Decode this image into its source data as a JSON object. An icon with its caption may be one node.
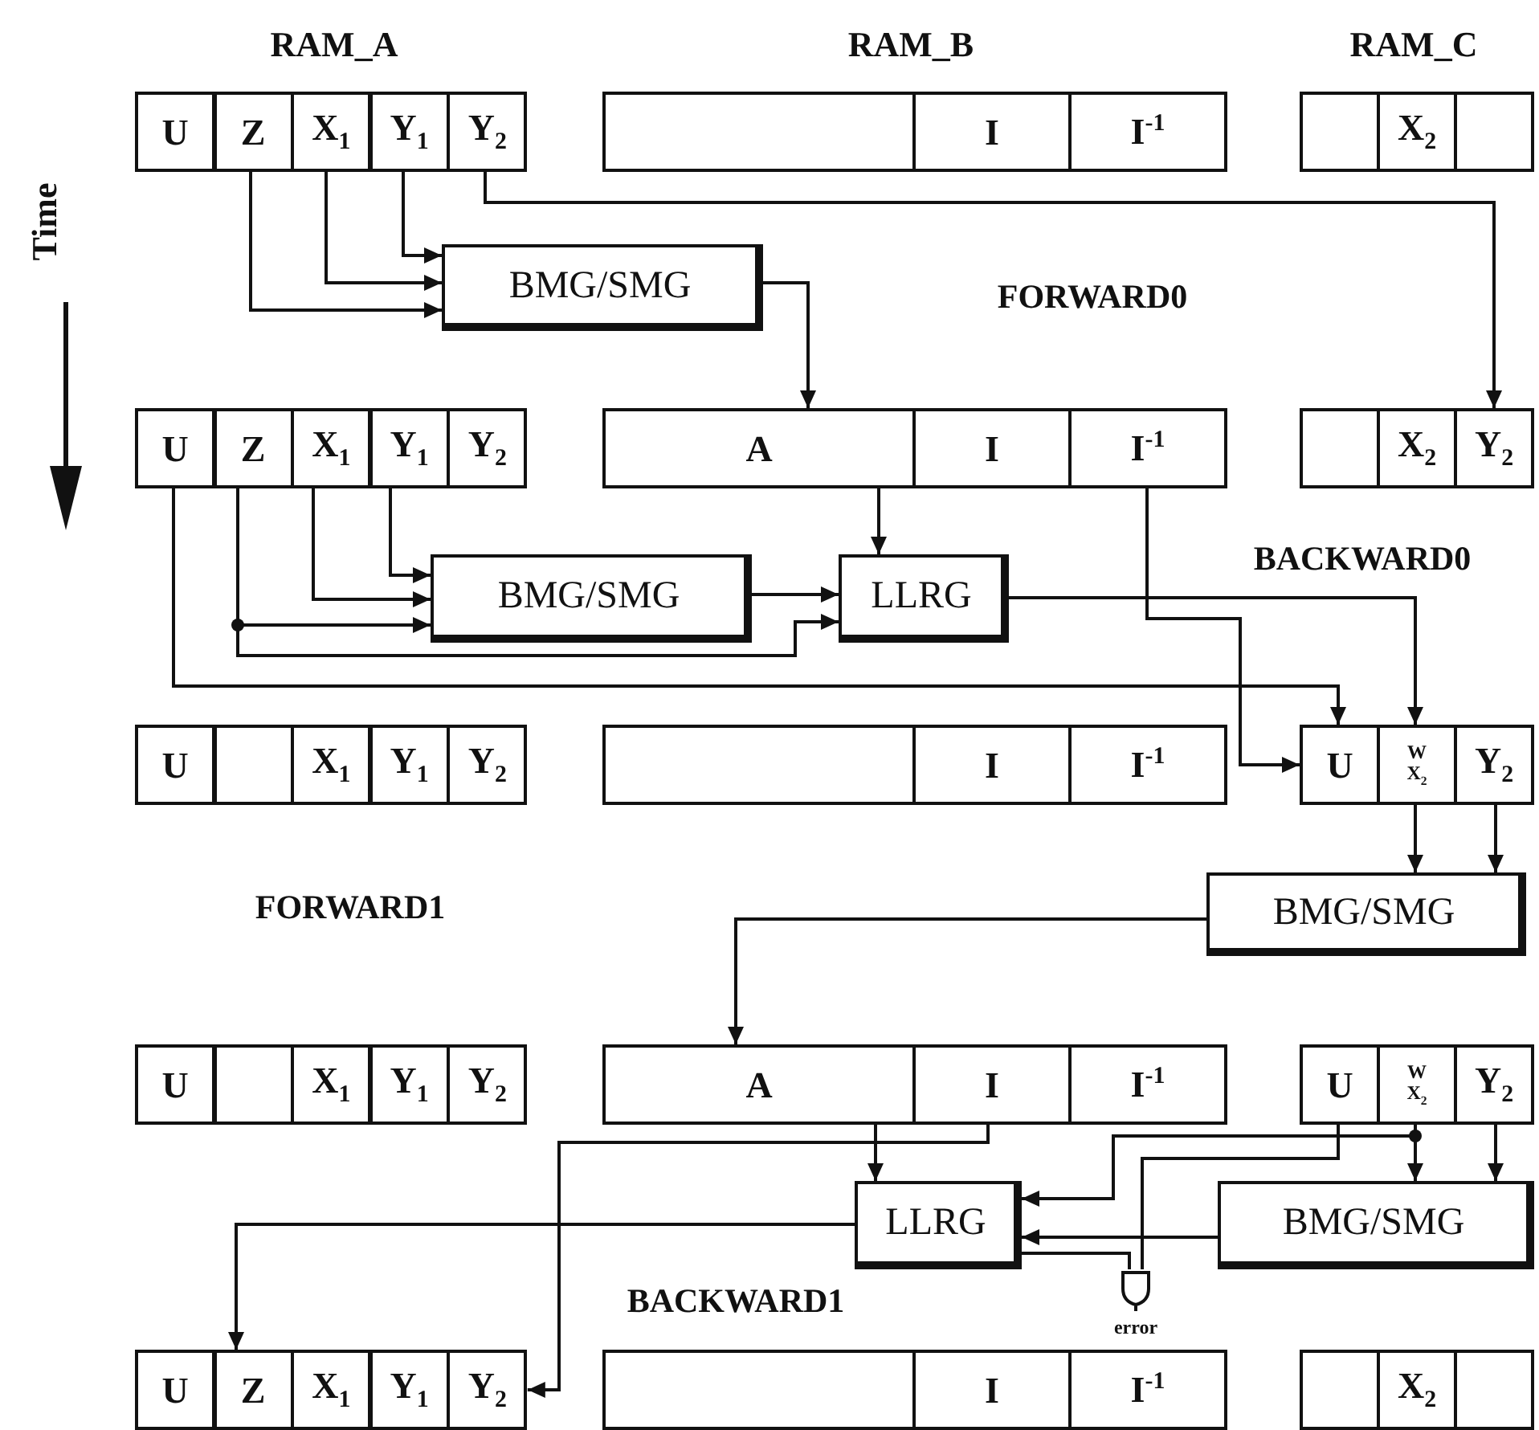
{
  "diagram": {
    "nodes": [
      {
        "text": [
          "U"
        ]
      },
      {
        "text": [
          "Z"
        ]
      },
      {
        "text": [
          "X$_{1}$"
        ]
      },
      {
        "text": [
          "Y$_{1}$"
        ]
      },
      {
        "text": [
          "Y$_{2}$"
        ]
      },
      {
        "text": [],
        "shape": "box"
      },
      {
        "text": [
          "I"
        ]
      },
      {
        "text": [
          "I$^{-1}$"
        ]
      },
      {
        "text": [],
        "shape": "box"
      },
      {
        "text": [
          "X$_{2}$"
        ]
      },
      {
        "text": [],
        "shape": "box"
      },
      {
        "text": [
          "BMG/SMG"
        ]
      },
      {
        "text": [
          "U"
        ]
      },
      {
        "text": [
          "Z"
        ]
      },
      {
        "text": [
          "X$_{1}$"
        ]
      },
      {
        "text": [
          "Y$_{1}$"
        ]
      },
      {
        "text": [
          "Y$_{2}$"
        ]
      },
      {
        "text": [
          "A"
        ]
      },
      {
        "text": [
          "I"
        ]
      },
      {
        "text": [
          "I$^{-1}$"
        ]
      },
      {
        "text": [],
        "shape": "box"
      },
      {
        "text": [
          "X$_{2}$"
        ]
      },
      {
        "text": [
          "Y$_{2}$"
        ]
      },
      {
        "text": [
          "BMG/SMG"
        ]
      },
      {
        "text": [
          "LLRG"
        ]
      },
      {
        "text": [
          "U"
        ]
      },
      {
        "text": [],
        "shape": "box"
      },
      {
        "text": [
          "X$_{1}$"
        ]
      },
      {
        "text": [
          "Y$_{1}$"
        ]
      },
      {
        "text": [
          "Y$_{2}$"
        ]
      },
      {
        "text": [],
        "shape": "box"
      },
      {
        "text": [
          "I"
        ]
      },
      {
        "text": [
          "I$^{-1}$"
        ]
      },
      {
        "text": [
          "U"
        ]
      },
      {
        "text": [
          "W",
          "X$_{2}$"
        ]
      },
      {
        "text": [
          "Y$_{2}$"
        ]
      },
      {
        "text": [
          "BMG/SMG"
        ]
      },
      {
        "text": [
          "U"
        ]
      },
      {
        "text": [],
        "shape": "box"
      },
      {
        "text": [
          "X$_{1}$"
        ]
      },
      {
        "text": [
          "Y$_{1}$"
        ]
      },
      {
        "text": [
          "Y$_{2}$"
        ]
      },
      {
        "text": [
          "A"
        ]
      },
      {
        "text": [
          "I"
        ]
      },
      {
        "text": [
          "I$^{-1}$"
        ]
      },
      {
        "text": [
          "U"
        ]
      },
      {
        "text": [
          "W",
          "X$_{2}$"
        ]
      },
      {
        "text": [
          "Y$_{2}$"
        ]
      },
      {
        "text": [
          "LLRG"
        ]
      },
      {
        "text": [
          "BMG/SMG"
        ]
      },
      {
        "text": [],
        "shape": "gate",
        "beside": [
          "error"
        ]
      },
      {
        "text": [
          "U"
        ]
      },
      {
        "text": [
          "Z"
        ]
      },
      {
        "text": [
          "X$_{1}$"
        ]
      },
      {
        "text": [
          "Y$_{1}$"
        ]
      },
      {
        "text": [
          "Y$_{2}$"
        ]
      },
      {
        "text": [],
        "shape": "box"
      },
      {
        "text": [
          "I"
        ]
      },
      {
        "text": [
          "I$^{-1}$"
        ]
      },
      {
        "text": [],
        "shape": "box"
      },
      {
        "text": [
          "X$_{2}$"
        ]
      },
      {
        "text": [],
        "shape": "box"
      }
    ],
    "edges": [
      {
        "from": 1,
        "to": 11,
        "arrow": "to"
      },
      {
        "from": 2,
        "to": 11,
        "arrow": "to"
      },
      {
        "from": 3,
        "to": 11,
        "arrow": "to"
      },
      {
        "from": 4,
        "to": 22,
        "arrow": "to"
      },
      {
        "from": 11,
        "to": 17,
        "arrow": "to"
      },
      {
        "from": 15,
        "to": 23,
        "arrow": "to"
      },
      {
        "from": 14,
        "to": 23,
        "arrow": "to"
      },
      {
        "from": 13,
        "to": 23,
        "arrow": "to"
      },
      {
        "from": 13,
        "to": 24,
        "arrow": "to"
      },
      {
        "from": 23,
        "to": 24,
        "arrow": "to"
      },
      {
        "from": 17,
        "to": 24,
        "arrow": "to"
      },
      {
        "from": 12,
        "to": 33,
        "arrow": "to"
      },
      {
        "from": 19,
        "to": 33,
        "arrow": "to"
      },
      {
        "from": 24,
        "to": 34,
        "arrow": "to"
      },
      {
        "from": 34,
        "to": 36,
        "arrow": "to"
      },
      {
        "from": 35,
        "to": 36,
        "arrow": "to"
      },
      {
        "from": 36,
        "to": 42,
        "arrow": "to"
      },
      {
        "from": 42,
        "to": 48,
        "arrow": "to"
      },
      {
        "from": 43,
        "to": 55,
        "arrow": "to"
      },
      {
        "from": 48,
        "to": 52,
        "arrow": "to"
      },
      {
        "from": 46,
        "to": 49,
        "arrow": "to"
      },
      {
        "from": 46,
        "to": 48,
        "arrow": "to"
      },
      {
        "from": 47,
        "to": 49,
        "arrow": "to"
      },
      {
        "from": 49,
        "to": 48,
        "arrow": "to"
      },
      {
        "from": 45,
        "to": 50,
        "arrow": "none"
      },
      {
        "from": 48,
        "to": 50,
        "arrow": "none"
      }
    ],
    "labels": [
      "RAM_A",
      "RAM_B",
      "RAM_C",
      "Time",
      "FORWARD0",
      "BACKWARD0",
      "FORWARD1",
      "BACKWARD1"
    ]
  }
}
